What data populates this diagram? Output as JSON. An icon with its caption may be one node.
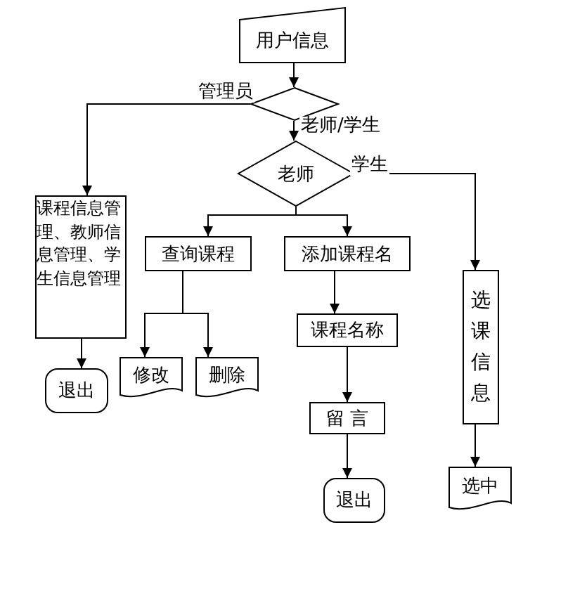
{
  "diagram": {
    "nodes": [
      {
        "text": [
          "用户信息"
        ]
      },
      {
        "text": [],
        "shape": "diamond"
      },
      {
        "text": [
          "老师"
        ]
      },
      {
        "text": [
          "课程信息管理、教师信息管理、学生信息管理"
        ]
      },
      {
        "text": [
          "退出"
        ]
      },
      {
        "text": [
          "查询课程"
        ]
      },
      {
        "text": [
          "添加课程名"
        ]
      },
      {
        "text": [
          "修改"
        ]
      },
      {
        "text": [
          "删除"
        ]
      },
      {
        "text": [
          "课程名称"
        ]
      },
      {
        "text": [
          "留 言"
        ]
      },
      {
        "text": [
          "退出"
        ]
      },
      {
        "text": [
          "选课信息"
        ]
      },
      {
        "text": [
          "选中"
        ]
      }
    ],
    "edges": [
      {
        "from": 0,
        "to": 1,
        "arrow": "to"
      },
      {
        "from": 1,
        "to": 3,
        "arrow": "to",
        "label": "管理员"
      },
      {
        "from": 1,
        "to": 2,
        "arrow": "to",
        "label": "老师/学生"
      },
      {
        "from": 2,
        "to": 5,
        "arrow": "to"
      },
      {
        "from": 2,
        "to": 6,
        "arrow": "to"
      },
      {
        "from": 2,
        "to": 12,
        "arrow": "to",
        "label": "学生"
      },
      {
        "from": 3,
        "to": 4,
        "arrow": "to"
      },
      {
        "from": 5,
        "to": 7,
        "arrow": "to"
      },
      {
        "from": 5,
        "to": 8,
        "arrow": "to"
      },
      {
        "from": 6,
        "to": 9,
        "arrow": "to"
      },
      {
        "from": 9,
        "to": 10,
        "arrow": "to"
      },
      {
        "from": 10,
        "to": 11,
        "arrow": "to"
      },
      {
        "from": 12,
        "to": 13,
        "arrow": "to"
      }
    ]
  }
}
